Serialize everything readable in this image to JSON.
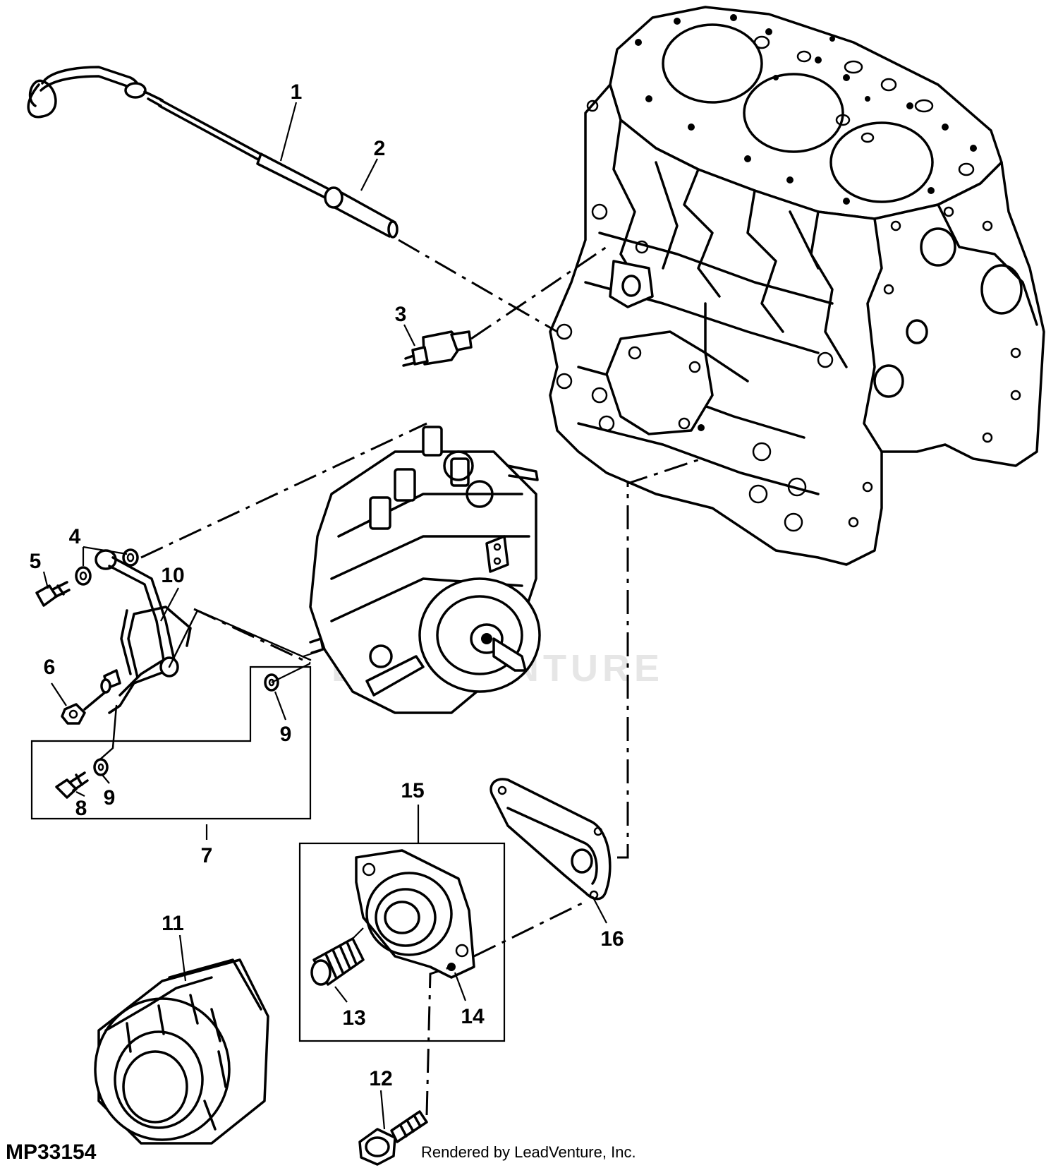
{
  "figure_code": "MP33154",
  "credit": "Rendered by LeadVenture, Inc.",
  "watermark": "LEADVENTURE",
  "callouts": {
    "c1": "1",
    "c2": "2",
    "c3": "3",
    "c4": "4",
    "c5": "5",
    "c6": "6",
    "c7": "7",
    "c8": "8",
    "c9a": "9",
    "c9b": "9",
    "c10": "10",
    "c11": "11",
    "c12": "12",
    "c13": "13",
    "c14": "14",
    "c15": "15",
    "c16": "16"
  }
}
